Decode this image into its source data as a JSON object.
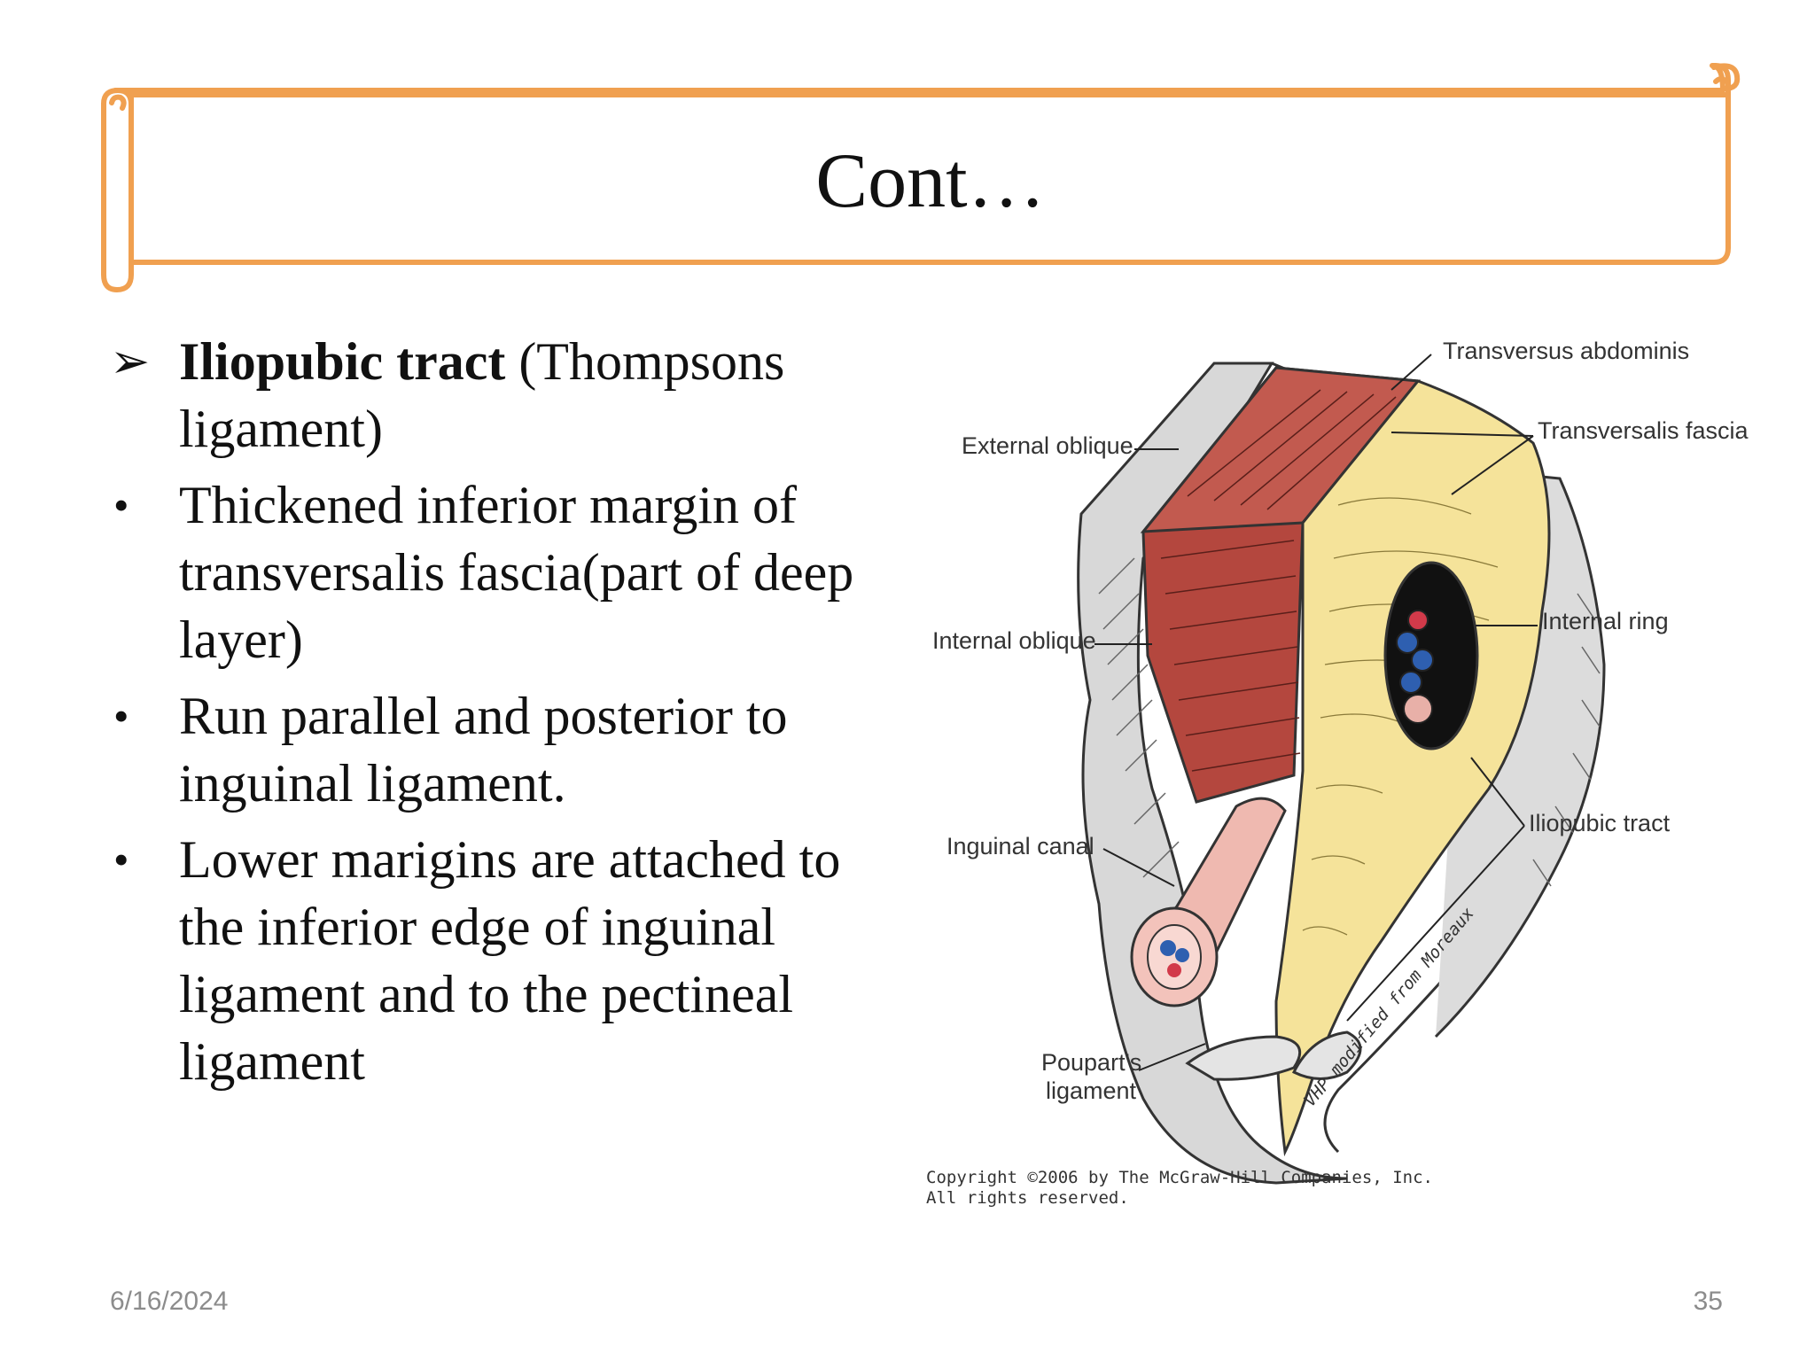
{
  "slide": {
    "title": "Cont…",
    "accent_color": "#F0A050",
    "bullets": [
      {
        "marker": "arrow",
        "bold": "Iliopubic tract",
        "text": " (Thompsons ligament)"
      },
      {
        "marker": "dot",
        "text": "Thickened  inferior margin of transversalis fascia(part of deep layer)"
      },
      {
        "marker": "dot",
        "text": "Run parallel and posterior to inguinal ligament."
      },
      {
        "marker": "dot",
        "text": "Lower marigins are attached to the inferior edge of inguinal ligament and to the pectineal ligament"
      }
    ],
    "figure": {
      "labels": {
        "transversus_abdominis": "Transversus abdominis",
        "external_oblique": "External oblique",
        "transversalis_fascia": "Transversalis fascia",
        "internal_oblique": "Internal oblique",
        "internal_ring": "Internal ring",
        "inguinal_canal": "Inguinal canal",
        "iliopubic_tract": "Iliopubic tract",
        "pouparts_ligament_line1": "Poupart's",
        "pouparts_ligament_line2": "ligament"
      },
      "signature": "VHP modified from Moreaux",
      "copyright_line1": "Copyright ©2006 by The McGraw-Hill Companies, Inc.",
      "copyright_line2": "All rights reserved."
    },
    "footer": {
      "date": "6/16/2024",
      "page": "35"
    }
  }
}
